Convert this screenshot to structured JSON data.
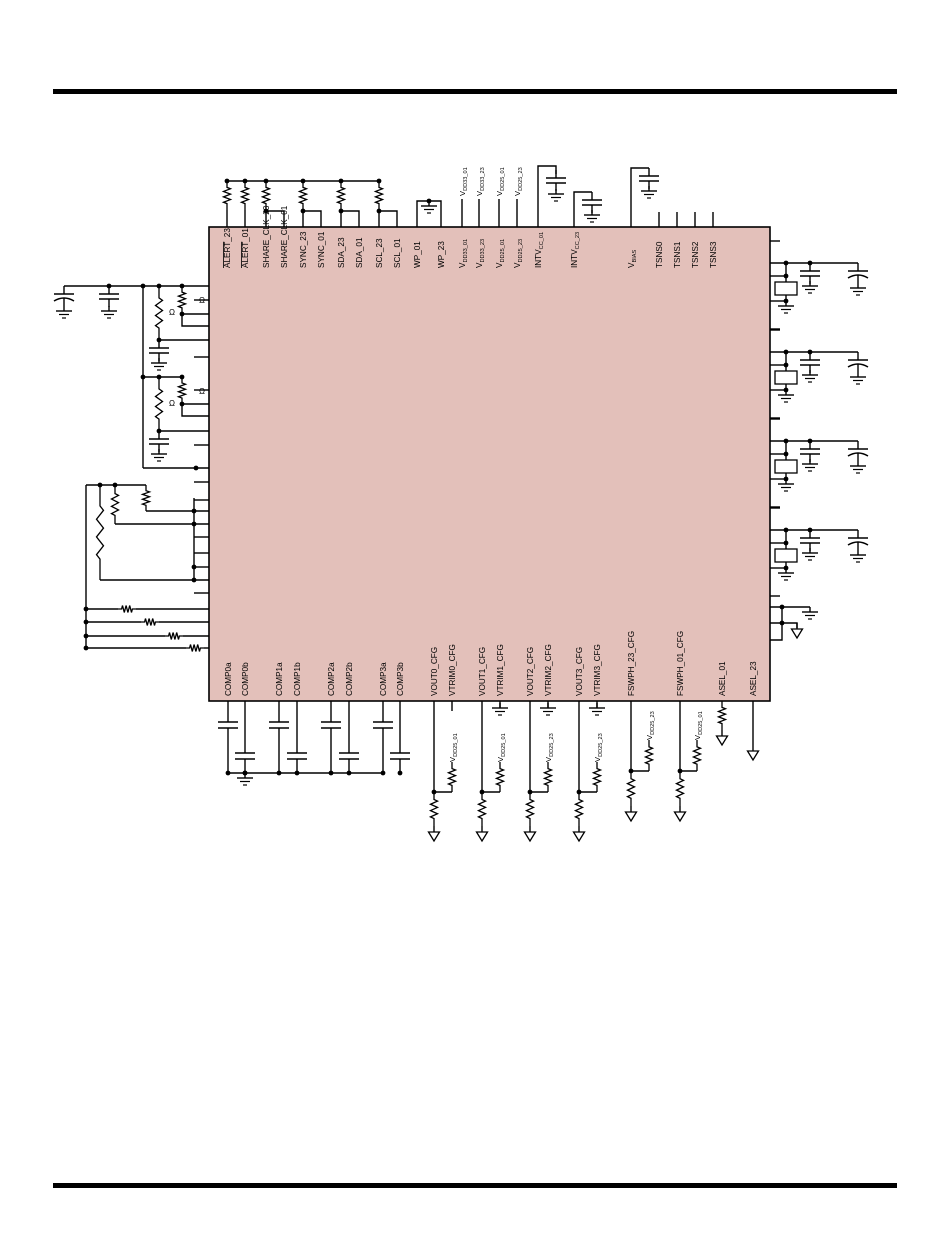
{
  "page": {
    "ic_fill": "#e3c0ba",
    "line_color": "#000000"
  },
  "pins_top": [
    {
      "label": "ALERT_23",
      "overbar": "ALERT"
    },
    {
      "label": "ALERT_01",
      "overbar": "ALERT"
    },
    {
      "label": "SHARE_CLK_23"
    },
    {
      "label": "SHARE_CLK_01"
    },
    {
      "label": "SYNC_23"
    },
    {
      "label": "SYNC_01"
    },
    {
      "label": "SDA_23"
    },
    {
      "label": "SDA_01"
    },
    {
      "label": "SCL_23"
    },
    {
      "label": "SCL_01"
    },
    {
      "label": "WP_01"
    },
    {
      "label": "WP_23"
    },
    {
      "label": "V",
      "sub": "DD33_01"
    },
    {
      "label": "V",
      "sub": "DD33_23"
    },
    {
      "label": "V",
      "sub": "DD25_01"
    },
    {
      "label": "V",
      "sub": "DD25_23"
    },
    {
      "label": "INTV",
      "sub": "CC_01"
    },
    {
      "label": "INTV",
      "sub": "CC_23"
    },
    {
      "label": "V",
      "sub": "BIAS"
    },
    {
      "label": "TSNS0"
    },
    {
      "label": "TSNS1"
    },
    {
      "label": "TSNS2"
    },
    {
      "label": "TSNS3"
    }
  ],
  "supply_labels_top": [
    {
      "label": "V",
      "sub": "DD33_01"
    },
    {
      "label": "V",
      "sub": "DD33_23"
    },
    {
      "label": "V",
      "sub": "DD25_01"
    },
    {
      "label": "V",
      "sub": "DD25_23"
    }
  ],
  "pins_bottom": [
    {
      "label": "COMP0a"
    },
    {
      "label": "COMP0b"
    },
    {
      "label": "COMP1a"
    },
    {
      "label": "COMP1b"
    },
    {
      "label": "COMP2a"
    },
    {
      "label": "COMP2b"
    },
    {
      "label": "COMP3a"
    },
    {
      "label": "COMP3b"
    },
    {
      "label": "VOUT0_CFG"
    },
    {
      "label": "VTRIM0_CFG"
    },
    {
      "label": "VOUT1_CFG"
    },
    {
      "label": "VTRIM1_CFG"
    },
    {
      "label": "VOUT2_CFG"
    },
    {
      "label": "VTRIM2_CFG"
    },
    {
      "label": "VOUT3_CFG"
    },
    {
      "label": "VTRIM3_CFG"
    },
    {
      "label": "FSWPH_23_CFG"
    },
    {
      "label": "FSWPH_01_CFG"
    },
    {
      "label": "ASEL_01"
    },
    {
      "label": "ASEL_23"
    }
  ],
  "supply_labels_bottom": [
    {
      "label": "V",
      "sub": "DD25_01"
    },
    {
      "label": "V",
      "sub": "DD25_01"
    },
    {
      "label": "V",
      "sub": "DD25_23"
    },
    {
      "label": "V",
      "sub": "DD25_23"
    },
    {
      "label": "V",
      "sub": "DD25_23"
    },
    {
      "label": "V",
      "sub": "DD25_01"
    }
  ],
  "resistor_marks": [
    "Ω",
    "Ω",
    "Ω",
    "Ω"
  ]
}
